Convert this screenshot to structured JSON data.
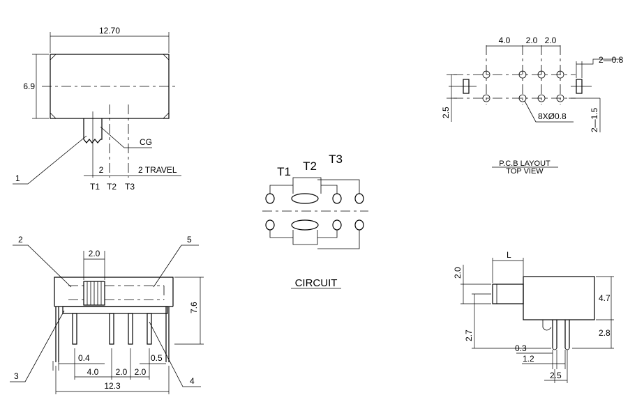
{
  "front_view": {
    "width_dim": "12.70",
    "height_dim": "6.9",
    "callout_1": "1",
    "cg_label": "CG",
    "pitch_dim": "2",
    "travel_label": "2  TRAVEL",
    "t1": "T1",
    "t2": "T2",
    "t3": "T3"
  },
  "circuit": {
    "t1": "T1",
    "t2": "T2",
    "t3": "T3",
    "caption": "CIRCUIT"
  },
  "pcb_layout": {
    "dim_4_0": "4.0",
    "dim_2_0_a": "2.0",
    "dim_2_0_b": "2.0",
    "dim_2_0_8": "2—0.8",
    "dim_2_5": "2.5",
    "dim_2_1_5": "2—1.5",
    "holes": "8XØ0.8",
    "title_line1": "P.C.B  LAYOUT",
    "title_line2": "TOP  VIEW"
  },
  "bottom_view": {
    "callout_2": "2",
    "callout_5": "5",
    "callout_3": "3",
    "callout_4": "4",
    "dim_knob": "2.0",
    "dim_height": "7.6",
    "dim_0_4": "0.4",
    "dim_0_5": "0.5",
    "dim_4_0": "4.0",
    "dim_2_0_a": "2.0",
    "dim_2_0_b": "2.0",
    "dim_12_3": "12.3"
  },
  "side_view": {
    "dim_L": "L",
    "dim_2_0": "2.0",
    "dim_4_7": "4.7",
    "dim_2_7": "2.7",
    "dim_2_8": "2.8",
    "dim_0_3": "0.3",
    "dim_1_2": "1.2",
    "dim_2_5": "2.5"
  }
}
